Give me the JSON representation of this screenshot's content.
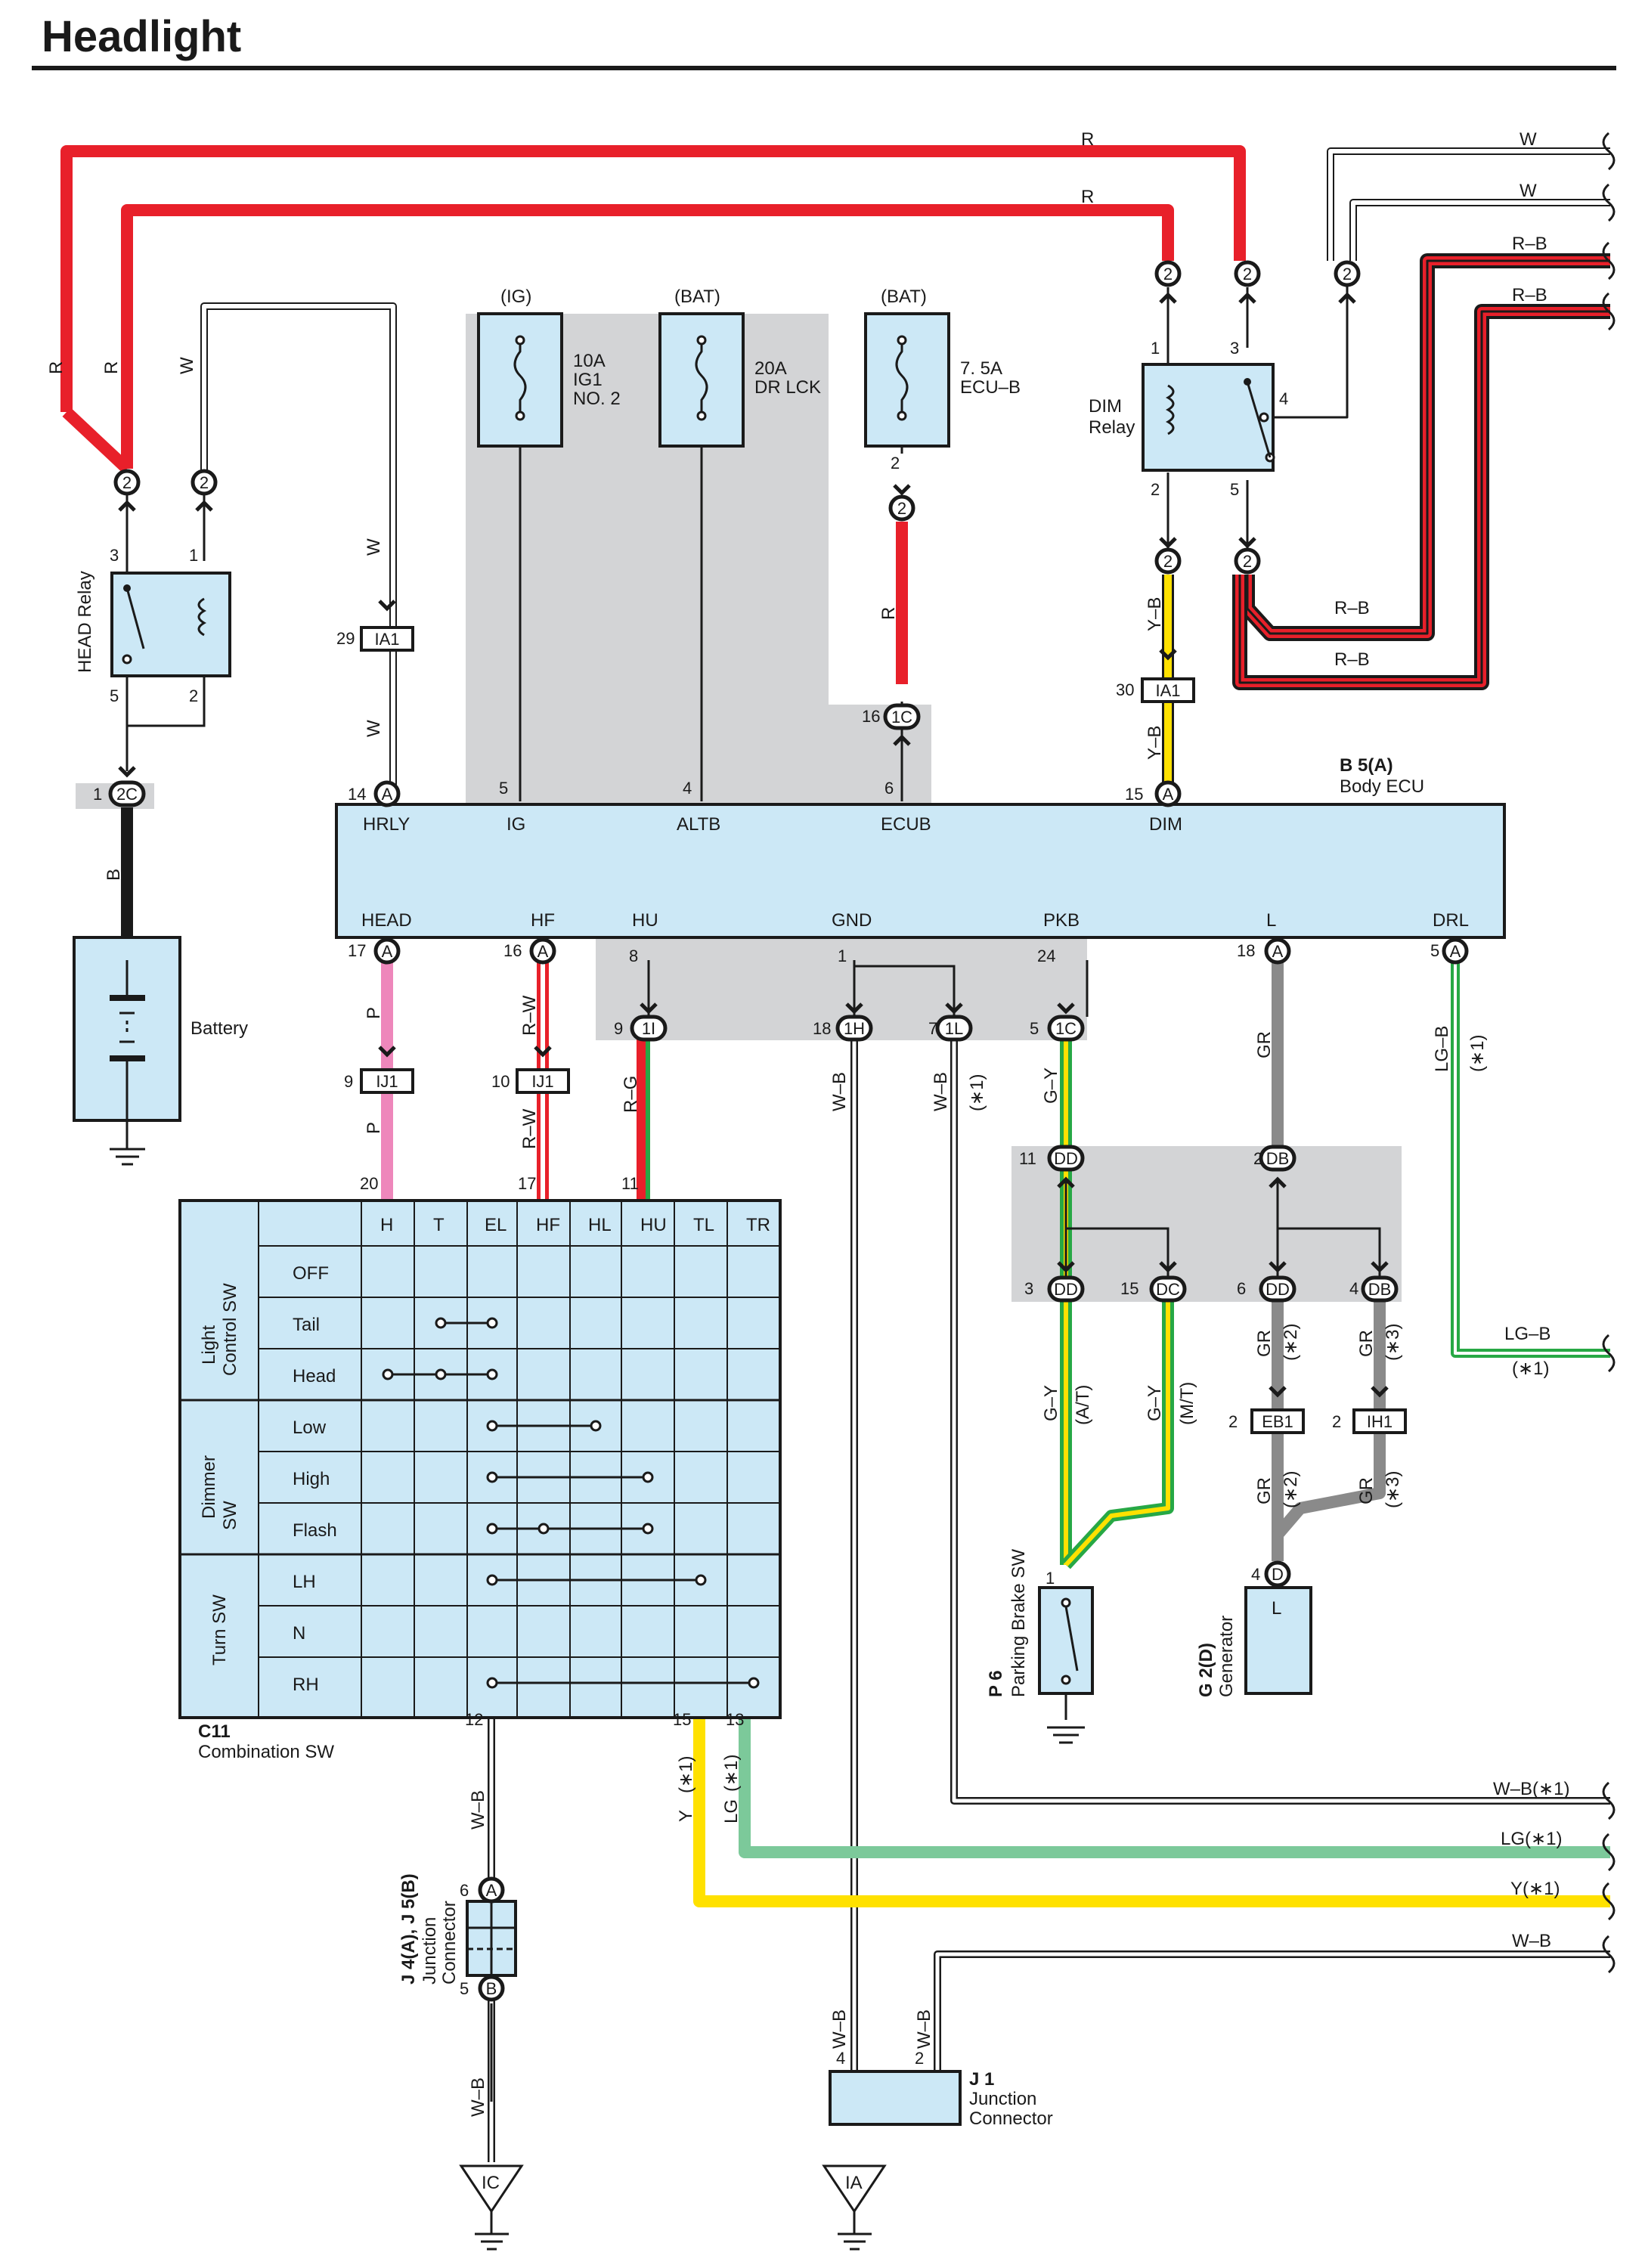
{
  "title": "Headlight",
  "colors": {
    "red": "#e8202a",
    "yellow": "#ffe100",
    "green": "#27a845",
    "lightgreen": "#7cc99a",
    "gray": "#8a8a8a",
    "pink": "#ee87bb",
    "black": "#1a1a1a",
    "box": "#cce8f6",
    "shade": "#d3d4d6"
  },
  "fuses": [
    {
      "source": "(IG)",
      "rating": "10A",
      "name1": "IG1",
      "name2": "NO. 2"
    },
    {
      "source": "(BAT)",
      "rating": "20A",
      "name1": "DR LCK",
      "name2": ""
    },
    {
      "source": "(BAT)",
      "rating": "7. 5A",
      "name1": "ECU–B",
      "name2": ""
    }
  ],
  "components": {
    "head_relay": "HEAD Relay",
    "dim_relay": [
      "DIM",
      "Relay"
    ],
    "battery": "Battery",
    "body_ecu": {
      "id": "B 5(A)",
      "name": "Body ECU"
    },
    "combination_sw": {
      "id": "C11",
      "name": "Combination SW"
    },
    "parking_brake": {
      "id": "P 6",
      "name": "Parking Brake SW"
    },
    "generator": {
      "id": "G 2(D)",
      "name": "Generator",
      "terminal": "L"
    },
    "junction_j4": {
      "id": "J 4(A), J 5(B)",
      "name1": "Junction",
      "name2": "Connector"
    },
    "junction_j1": {
      "id": "J 1",
      "name1": "Junction",
      "name2": "Connector"
    }
  },
  "ecu_terminals_top": [
    "HRLY",
    "IG",
    "ALTB",
    "ECUB",
    "DIM"
  ],
  "ecu_terminals_bottom": [
    "HEAD",
    "HF",
    "HU",
    "GND",
    "PKB",
    "L",
    "DRL"
  ],
  "switch_table": {
    "columns": [
      "H",
      "T",
      "EL",
      "HF",
      "HL",
      "HU",
      "TL",
      "TR"
    ],
    "groups": [
      {
        "name1": "Light",
        "name2": "Control SW",
        "rows": [
          "OFF",
          "Tail",
          "Head"
        ]
      },
      {
        "name1": "Dimmer",
        "name2": "SW",
        "rows": [
          "Low",
          "High",
          "Flash"
        ]
      },
      {
        "name1": "Turn SW",
        "name2": "",
        "rows": [
          "LH",
          "N",
          "RH"
        ]
      }
    ]
  },
  "connectors": {
    "two": "2",
    "IA1": "IA1",
    "IJ1": "IJ1",
    "2C": "2C",
    "1C": "1C",
    "1I": "1I",
    "1H": "1H",
    "1L": "1L",
    "DD": "DD",
    "DB": "DB",
    "DC": "DC",
    "EB1": "EB1",
    "IH1": "IH1",
    "A": "A",
    "B": "B",
    "D": "D",
    "IC": "IC",
    "IA": "IA"
  },
  "wires": {
    "R": "R",
    "W": "W",
    "RB": "R–B",
    "YB": "Y–B",
    "B": "B",
    "P": "P",
    "RW": "R–W",
    "RG": "R–G",
    "WB": "W–B",
    "GY": "G–Y",
    "GR": "GR",
    "LGB": "LG–B",
    "Y": "Y",
    "LG": "LG",
    "WB1": "W–B(∗1)",
    "LG1": "LG(∗1)",
    "Y1": "Y(∗1)",
    "LGB1": "(∗1)",
    "star1": "(∗1)",
    "star2": "(∗2)",
    "star3": "(∗3)",
    "AT": "(A/T)",
    "MT": "(M/T)"
  },
  "pins": {
    "p1": "1",
    "p2": "2",
    "p3": "3",
    "p4": "4",
    "p5": "5",
    "p6": "6",
    "p7": "7",
    "p8": "8",
    "p9": "9",
    "p10": "10",
    "p11": "11",
    "p12": "12",
    "p13": "13",
    "p14": "14",
    "p15": "15",
    "p16": "16",
    "p17": "17",
    "p18": "18",
    "p20": "20",
    "p24": "24",
    "p29": "29",
    "p30": "30"
  }
}
